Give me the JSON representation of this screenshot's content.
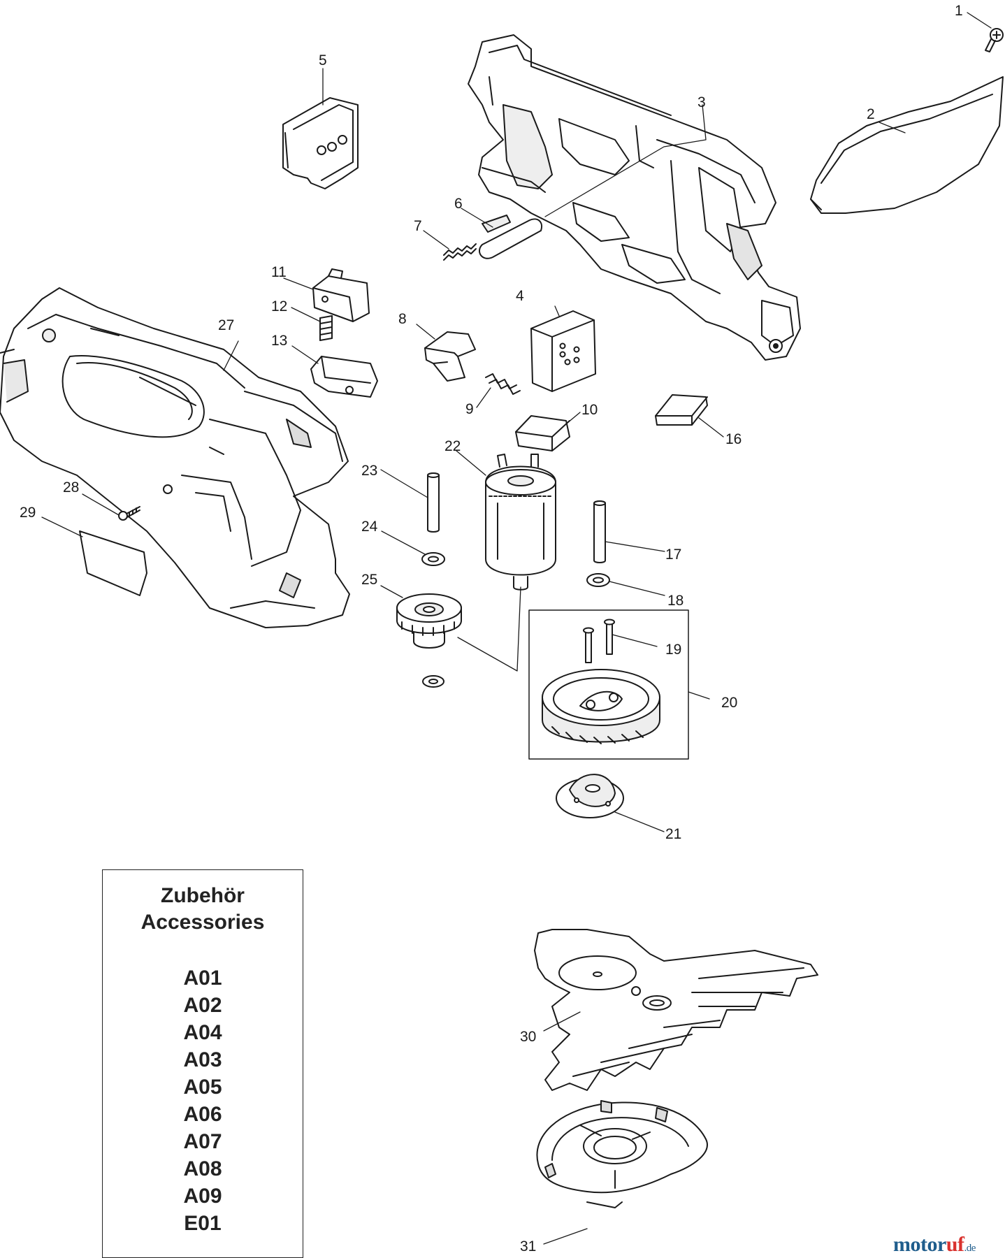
{
  "parts": [
    {
      "id": "1",
      "label": "1"
    },
    {
      "id": "2",
      "label": "2"
    },
    {
      "id": "3",
      "label": "3"
    },
    {
      "id": "4",
      "label": "4"
    },
    {
      "id": "5",
      "label": "5"
    },
    {
      "id": "6",
      "label": "6"
    },
    {
      "id": "7",
      "label": "7"
    },
    {
      "id": "8",
      "label": "8"
    },
    {
      "id": "9",
      "label": "9"
    },
    {
      "id": "10",
      "label": "10"
    },
    {
      "id": "11",
      "label": "11"
    },
    {
      "id": "12",
      "label": "12"
    },
    {
      "id": "13",
      "label": "13"
    },
    {
      "id": "16",
      "label": "16"
    },
    {
      "id": "17",
      "label": "17"
    },
    {
      "id": "18",
      "label": "18"
    },
    {
      "id": "19",
      "label": "19"
    },
    {
      "id": "20",
      "label": "20"
    },
    {
      "id": "21",
      "label": "21"
    },
    {
      "id": "22",
      "label": "22"
    },
    {
      "id": "23",
      "label": "23"
    },
    {
      "id": "24",
      "label": "24"
    },
    {
      "id": "25",
      "label": "25"
    },
    {
      "id": "27",
      "label": "27"
    },
    {
      "id": "28",
      "label": "28"
    },
    {
      "id": "29",
      "label": "29"
    },
    {
      "id": "30",
      "label": "30"
    },
    {
      "id": "31",
      "label": "31"
    }
  ],
  "accessories": {
    "title_de": "Zubehör",
    "title_en": "Accessories",
    "items": [
      "A01",
      "A02",
      "A04",
      "A03",
      "A05",
      "A06",
      "A07",
      "A08",
      "A09",
      "E01"
    ]
  },
  "watermark": {
    "brand_a": "motor",
    "brand_b": "uf",
    "tld": ".de"
  },
  "colors": {
    "line": "#1a1a1a",
    "fill": "#ffffff",
    "shade": "#cfcfcf",
    "brand": "#1f5d8c",
    "accent": "#d9322e"
  }
}
